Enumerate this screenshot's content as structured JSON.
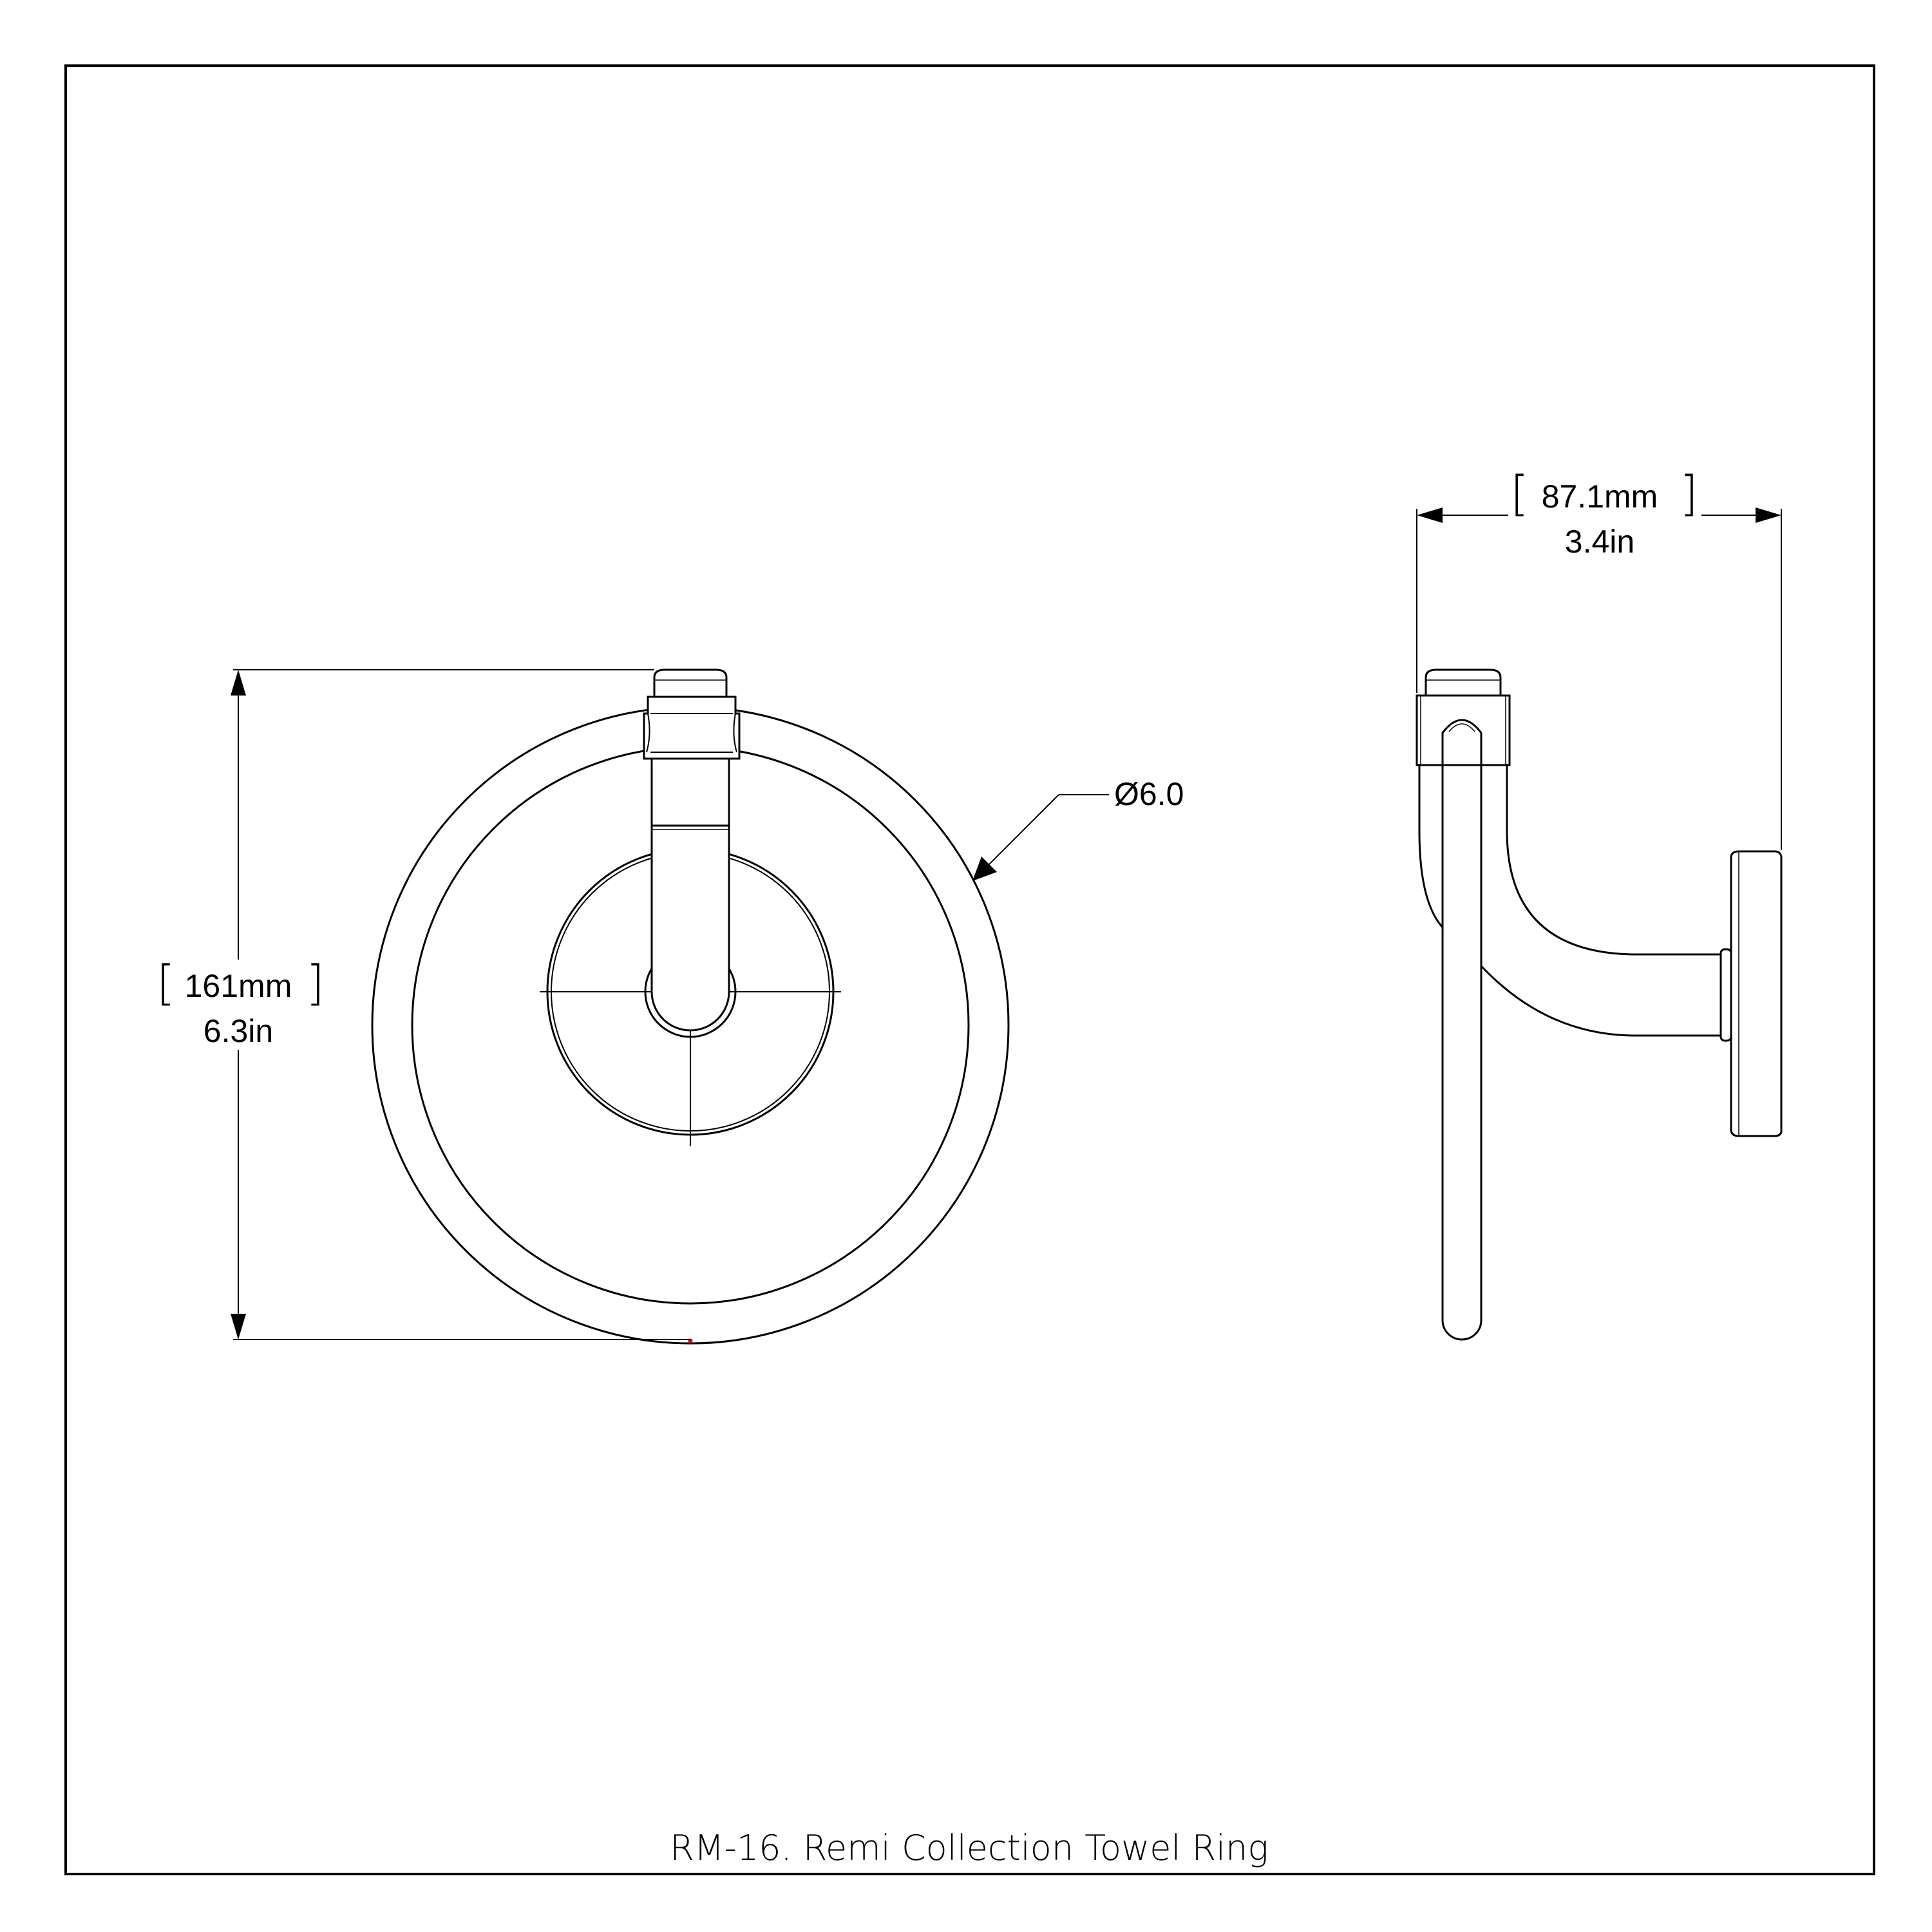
{
  "front_view": {
    "height_mm": "161mm",
    "height_in": "6.3in",
    "diameter_label": "Ø6.0"
  },
  "side_view": {
    "depth_mm": "87.1mm",
    "depth_in": "3.4in"
  },
  "title": "RM-16. Remi Collection Towel Ring",
  "colors": {
    "line": "#000000",
    "background": "#ffffff",
    "marker": "#e00000"
  }
}
